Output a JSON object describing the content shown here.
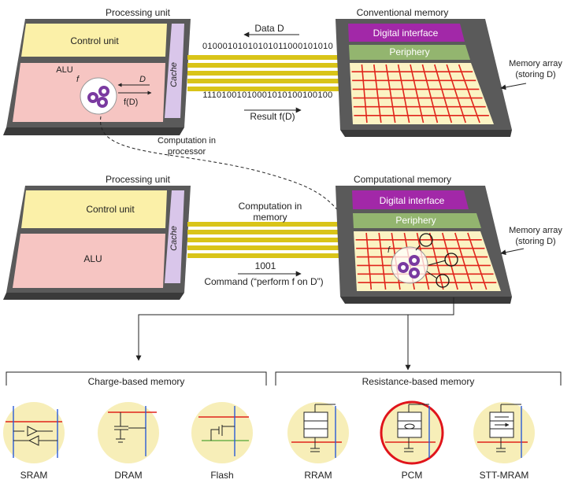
{
  "top": {
    "processing_title": "Processing unit",
    "control_unit": "Control unit",
    "alu": "ALU",
    "cache": "Cache",
    "f": "f",
    "d": "D",
    "fd": "f(D)",
    "memory_title": "Conventional memory",
    "digital_interface": "Digital interface",
    "periphery": "Periphery",
    "data_label": "Data D",
    "data_bits": "01000101010101011000101010",
    "result_bits": "11101001010001010100100100",
    "result_label": "Result f(D)",
    "memory_array_1": "Memory array",
    "memory_array_2": "(storing D)"
  },
  "middle": {
    "computation_in_processor_1": "Computation in",
    "computation_in_processor_2": "processor"
  },
  "bottom": {
    "processing_title": "Processing unit",
    "control_unit": "Control unit",
    "alu": "ALU",
    "cache": "Cache",
    "memory_title": "Computational memory",
    "digital_interface": "Digital interface",
    "periphery": "Periphery",
    "computation_in_memory_1": "Computation in",
    "computation_in_memory_2": "memory",
    "command_bits": "1001",
    "command_label": "Command (“perform f on D”)",
    "f": "f",
    "memory_array_1": "Memory array",
    "memory_array_2": "(storing D)"
  },
  "categories": {
    "charge": "Charge-based memory",
    "resistance": "Resistance-based memory"
  },
  "devices": [
    "SRAM",
    "DRAM",
    "Flash",
    "RRAM",
    "PCM",
    "STT-MRAM"
  ],
  "colors": {
    "chip_dark": "#5a5a5a",
    "control_unit": "#fbf0a8",
    "alu": "#f6c5c2",
    "cache": "#d9c6ea",
    "digital_interface": "#a228a8",
    "periphery": "#93b56f",
    "array_bg": "#fbf3c3",
    "array_lines": "#e0241b",
    "bus": "#d9c418",
    "device_bg": "#f7eeb8",
    "highlight": "#e0141b"
  }
}
